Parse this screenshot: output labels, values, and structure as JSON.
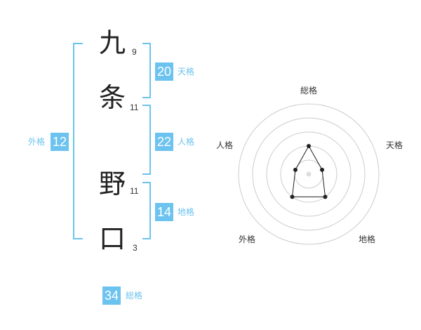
{
  "name": {
    "chars": [
      {
        "char": "九",
        "strokes": "9"
      },
      {
        "char": "条",
        "strokes": "11"
      },
      {
        "char": "野",
        "strokes": "11"
      },
      {
        "char": "口",
        "strokes": "3"
      }
    ]
  },
  "kakusu": {
    "tenkaku": {
      "value": "20",
      "label": "天格"
    },
    "jinkaku": {
      "value": "22",
      "label": "人格"
    },
    "chikaku": {
      "value": "14",
      "label": "地格"
    },
    "gaikaku": {
      "value": "12",
      "label": "外格"
    },
    "soukaku": {
      "value": "34",
      "label": "総格"
    }
  },
  "radar": {
    "axes": [
      "総格",
      "天格",
      "地格",
      "外格",
      "人格"
    ],
    "values": [
      2,
      1,
      2,
      2,
      1
    ],
    "max": 5,
    "colors": {
      "ring": "#cccccc",
      "line": "#222222",
      "center_fill": "#dddddd"
    }
  },
  "colors": {
    "accent": "#6cc3ef"
  }
}
